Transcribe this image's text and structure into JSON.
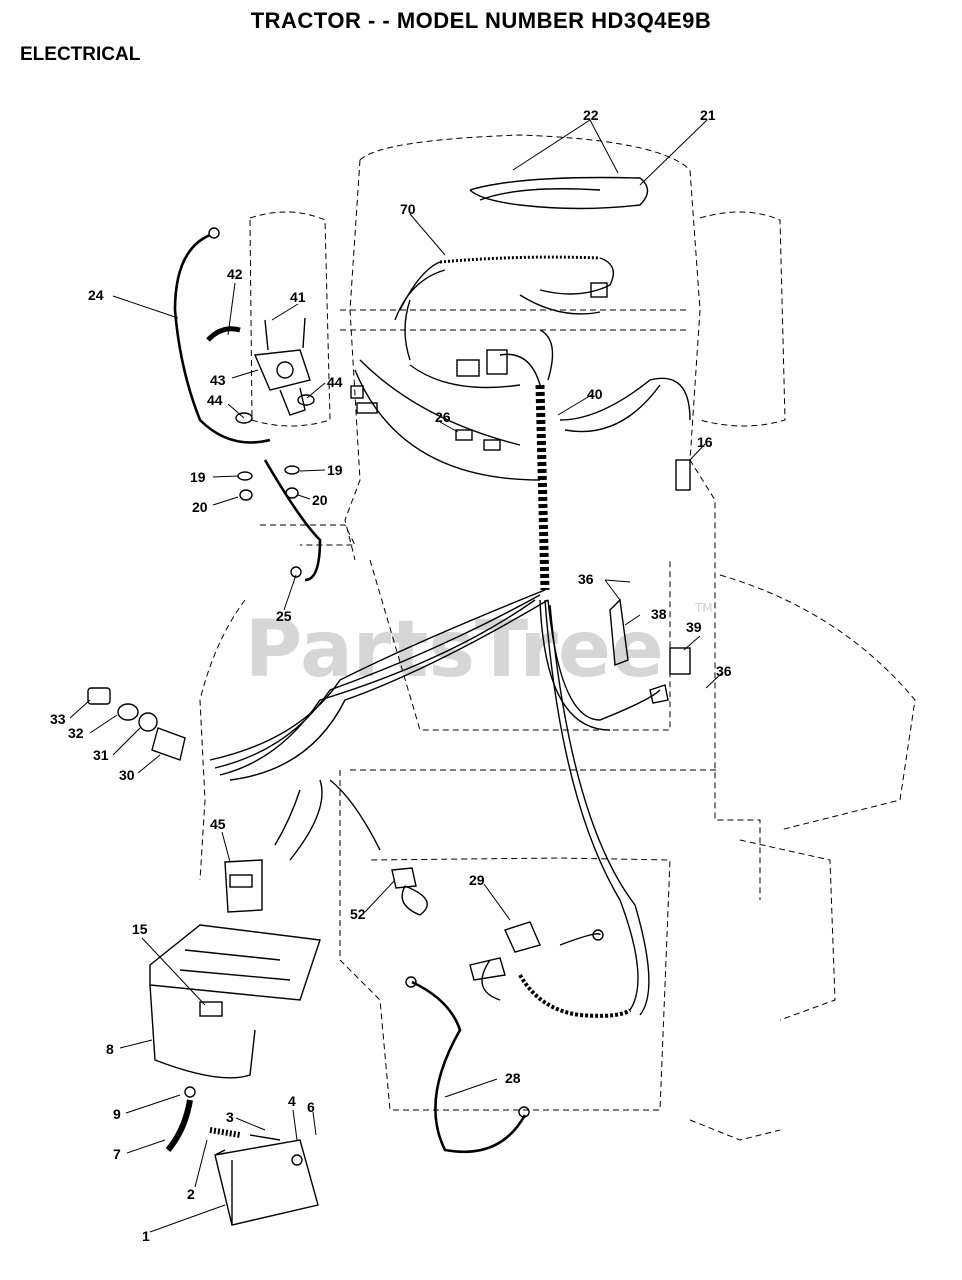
{
  "header": {
    "title": "TRACTOR - - MODEL NUMBER HD3Q4E9B",
    "section": "ELECTRICAL"
  },
  "watermark": {
    "text": "PartsTree",
    "trademark": "TM"
  },
  "callouts": [
    "22",
    "21",
    "70",
    "24",
    "42",
    "41",
    "43",
    "44",
    "44",
    "40",
    "26",
    "16",
    "19",
    "19",
    "20",
    "20",
    "25",
    "36",
    "38",
    "39",
    "36",
    "33",
    "32",
    "31",
    "30",
    "45",
    "29",
    "52",
    "15",
    "8",
    "28",
    "9",
    "3",
    "4",
    "6",
    "7",
    "2",
    "1"
  ]
}
